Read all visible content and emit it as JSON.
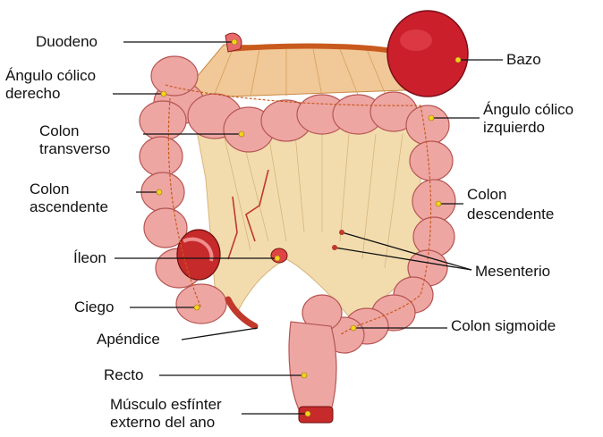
{
  "labels": {
    "duodeno": "Duodeno",
    "angulo_derecho_1": "Ángulo cólico",
    "angulo_derecho_2": "derecho",
    "colon_transverso_1": "Colon",
    "colon_transverso_2": "transverso",
    "colon_ascendente_1": "Colon",
    "colon_ascendente_2": "ascendente",
    "ileon": "Íleon",
    "ciego": "Ciego",
    "apendice": "Apéndice",
    "recto": "Recto",
    "musculo_1": "Músculo esfínter",
    "musculo_2": "externo del ano",
    "bazo": "Bazo",
    "angulo_izquierdo_1": "Ángulo cólico",
    "angulo_izquierdo_2": "izquierdo",
    "colon_descendente_1": "Colon",
    "colon_descendente_2": "descendente",
    "mesenterio": "Mesenterio",
    "colon_sigmoide": "Colon sigmoide"
  },
  "colors": {
    "colon": "#eea6a3",
    "colon_shadow": "#c9605f",
    "mesentery": "#f2dcae",
    "spleen": "#cc1f2c",
    "marker": "#f4d21c",
    "vessel": "#c85a1e"
  }
}
